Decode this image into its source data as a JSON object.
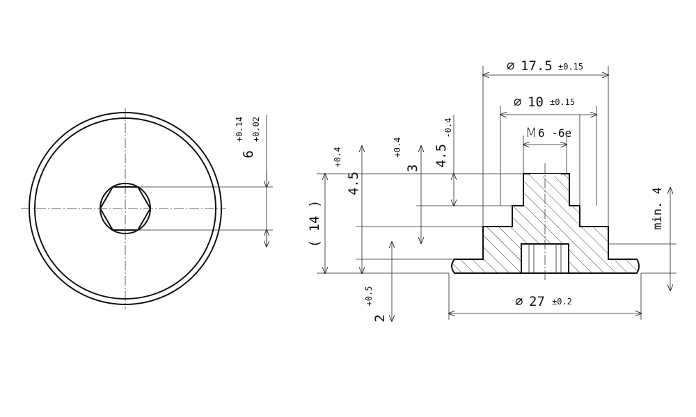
{
  "front_view": {
    "hex_depth": {
      "value": "6",
      "upper": "+0.14",
      "lower": "+0.02"
    }
  },
  "section_view": {
    "dia_outer_step": {
      "symbol": "∅",
      "value": "17.5",
      "tol": "±0.15"
    },
    "dia_inner_step": {
      "symbol": "∅",
      "value": "10",
      "tol": "±0.15"
    },
    "thread": {
      "m": "M",
      "spec": "6 -6e"
    },
    "dia_flange": {
      "symbol": "∅",
      "value": "27",
      "tol": "±0.2"
    },
    "height_total": "( 14 )",
    "step_upper": {
      "value": "4.5",
      "tol": "+0.4"
    },
    "step_inner": {
      "value": "3",
      "tol": "+0.4"
    },
    "step_top": {
      "value": "4.5",
      "tol": "-0.4"
    },
    "flange_thickness": {
      "value": "2",
      "tol": "+0.5"
    },
    "min_depth": "min. 4"
  }
}
